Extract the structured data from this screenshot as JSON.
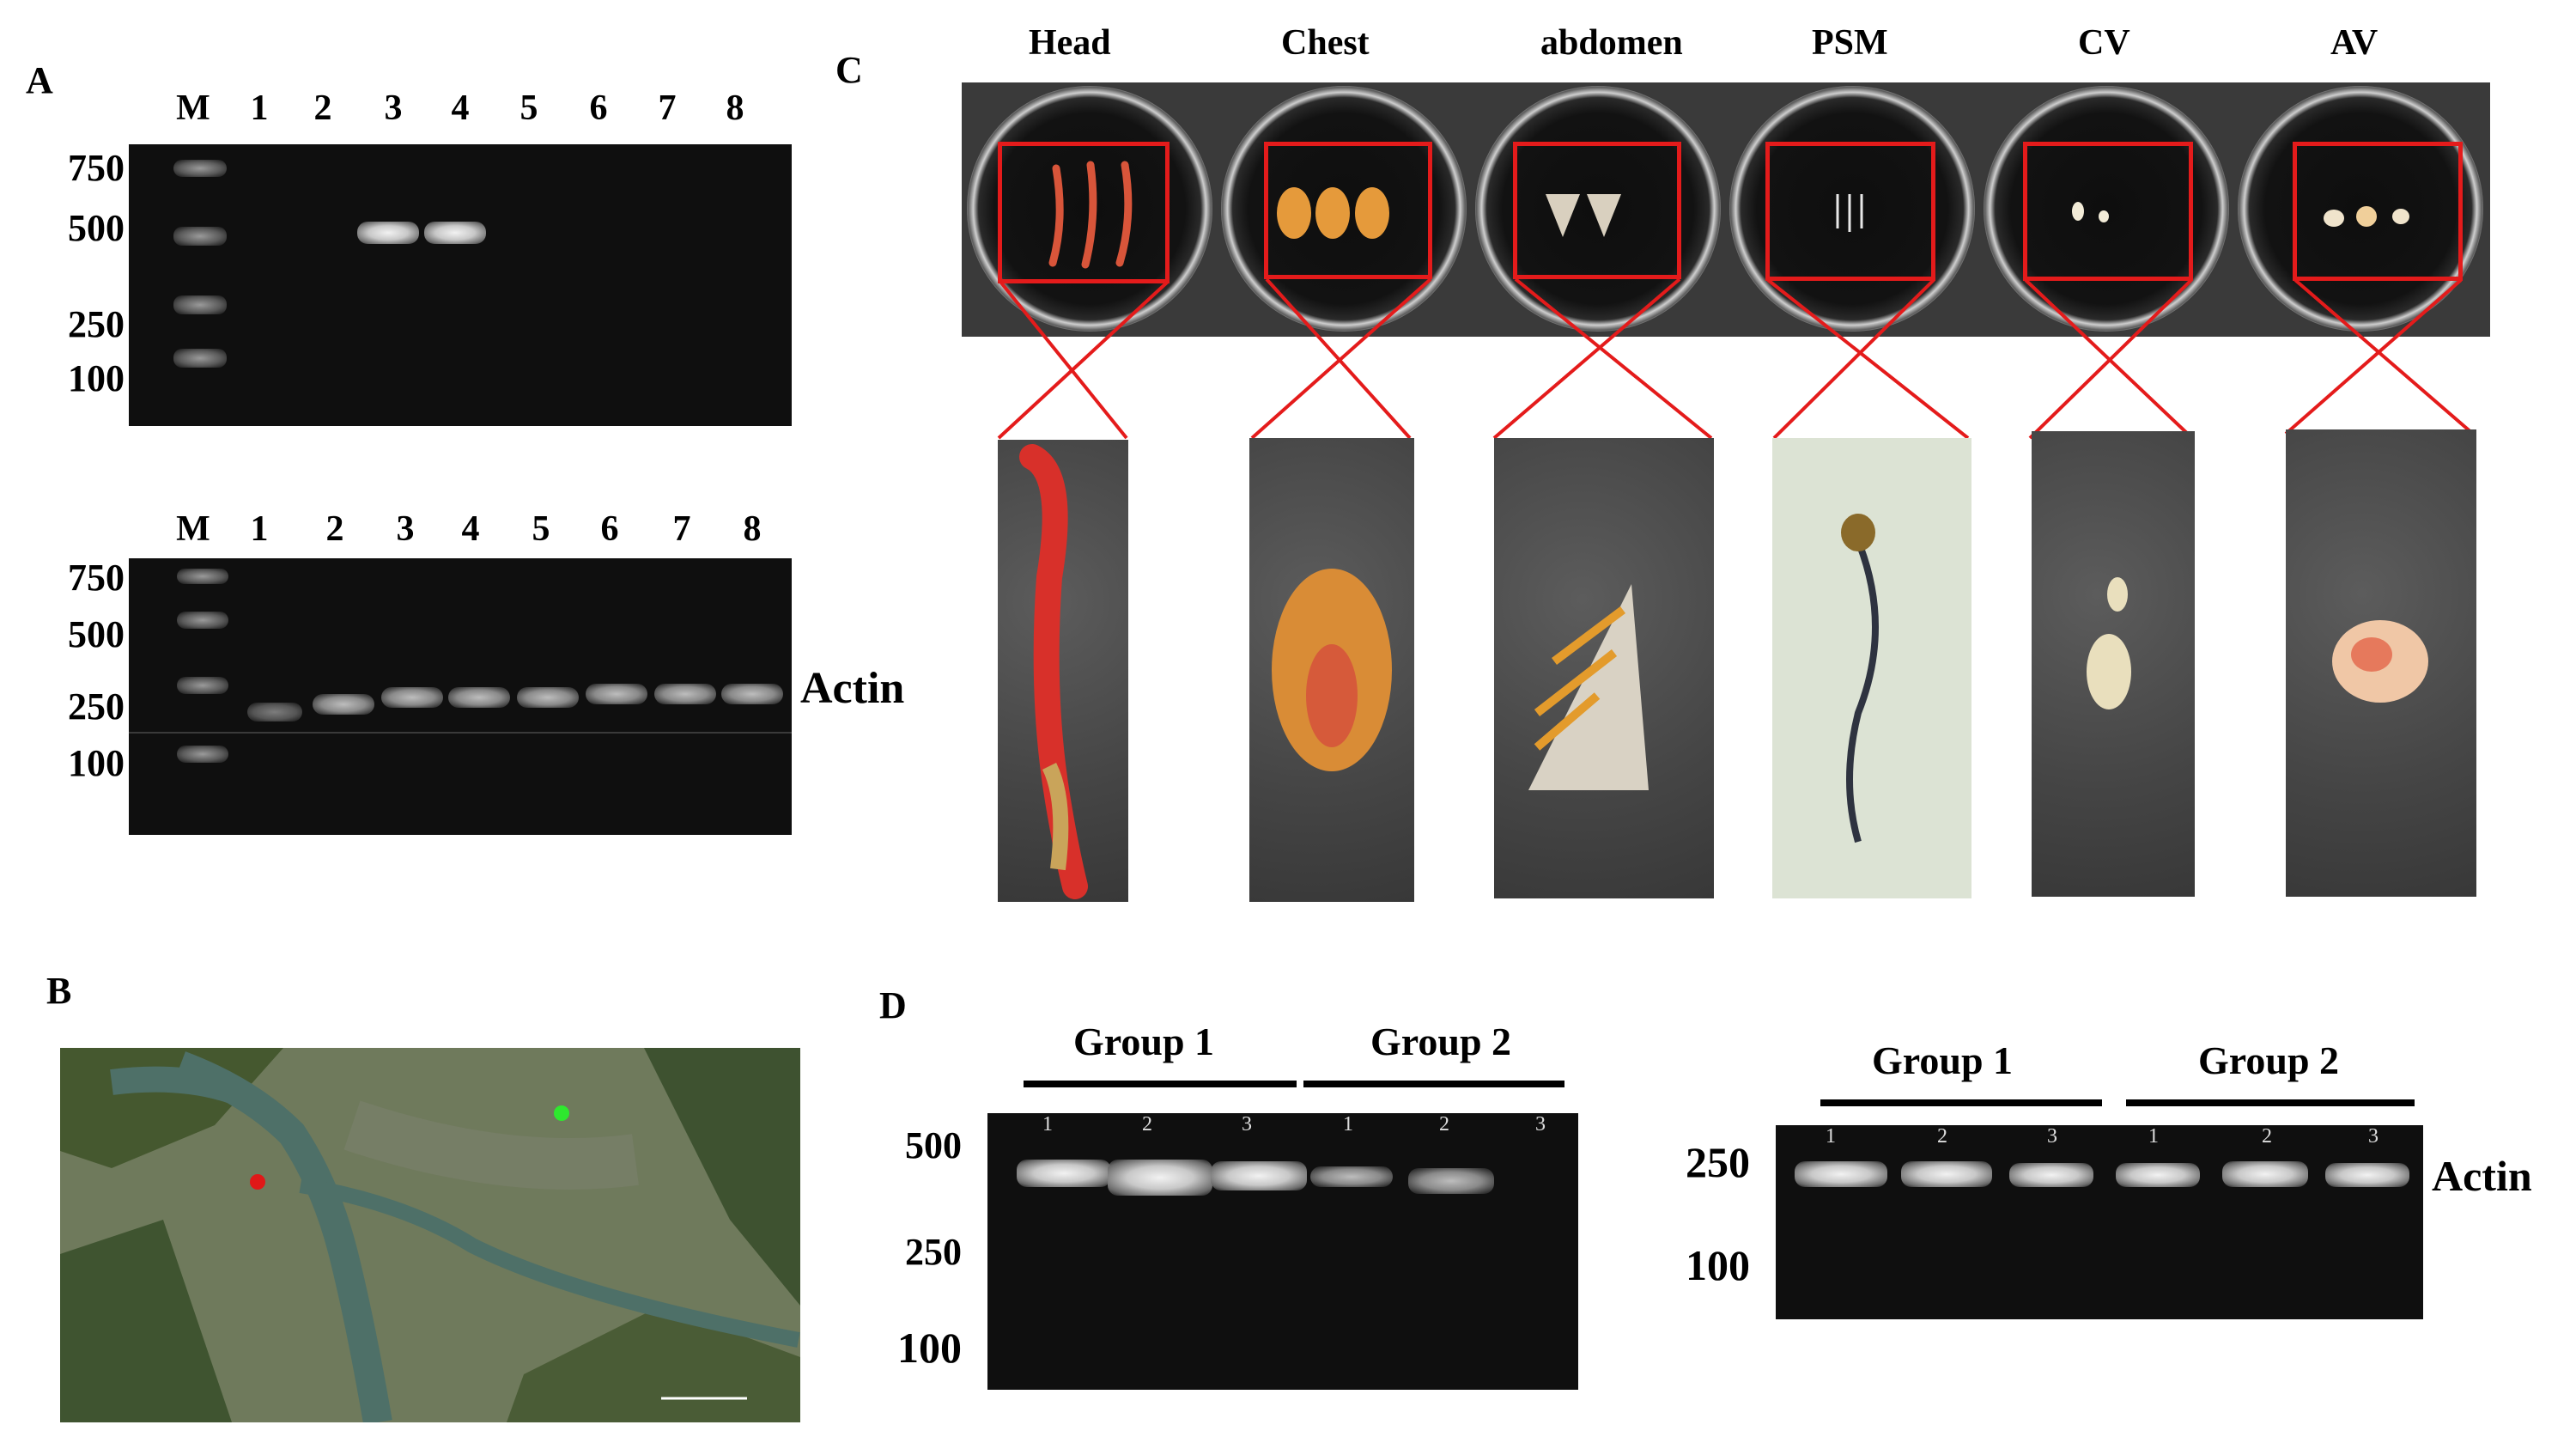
{
  "panels": {
    "a": "A",
    "b": "B",
    "c": "C",
    "d": "D"
  },
  "panel_a": {
    "top_gel": {
      "lanes": [
        "M",
        "1",
        "2",
        "3",
        "4",
        "5",
        "6",
        "7",
        "8"
      ],
      "sizes": [
        "750",
        "500",
        "250",
        "100"
      ]
    },
    "bottom_gel": {
      "lanes": [
        "M",
        "1",
        "2",
        "3",
        "4",
        "5",
        "6",
        "7",
        "8"
      ],
      "sizes": [
        "750",
        "500",
        "250",
        "100"
      ],
      "label": "Actin"
    }
  },
  "panel_c": {
    "tissues": [
      "Head",
      "Chest",
      "abdomen",
      "PSM",
      "CV",
      "AV"
    ]
  },
  "panel_d": {
    "left_gel": {
      "groups": [
        "Group 1",
        "Group 2"
      ],
      "lanes": [
        "1",
        "2",
        "3",
        "1",
        "2",
        "3"
      ],
      "sizes": [
        "500",
        "250",
        "100"
      ]
    },
    "right_gel": {
      "groups": [
        "Group 1",
        "Group 2"
      ],
      "lanes": [
        "1",
        "2",
        "3",
        "1",
        "2",
        "3"
      ],
      "sizes": [
        "250",
        "100"
      ],
      "label": "Actin"
    }
  },
  "colors": {
    "red_box": "#e41b1b",
    "red_marker": "#e01818",
    "green_marker": "#2ee82e"
  }
}
